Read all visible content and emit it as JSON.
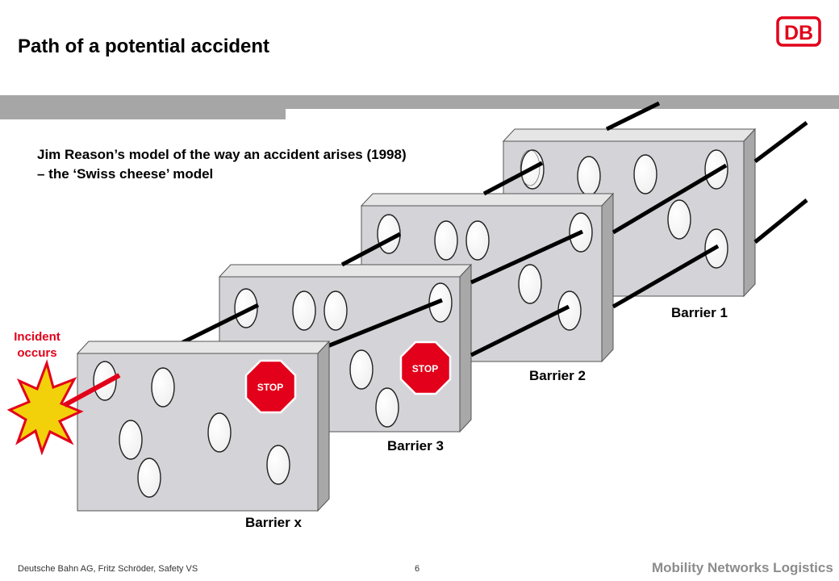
{
  "header": {
    "title": "Path of a potential accident",
    "logo_text": "DB"
  },
  "subtitle": {
    "line1": "Jim Reason’s model of the way an accident arises (1998)",
    "line2": "– the ‘Swiss cheese’ model"
  },
  "incident": {
    "line1": "Incident",
    "line2": "occurs"
  },
  "barriers": [
    {
      "label": "Barrier  1"
    },
    {
      "label": "Barrier  2"
    },
    {
      "label": "Barrier  3"
    },
    {
      "label": "Barrier  x"
    }
  ],
  "stop_sign_text": "STOP",
  "footer": {
    "left": "Deutsche Bahn AG, Fritz Schröder, Safety VS",
    "page": "6",
    "right": "Mobility Networks Logistics"
  },
  "colors": {
    "brand_red": "#e2001a",
    "barrier_face": "#d4d4d8",
    "band_gray": "#a6a6a6",
    "burst_yellow": "#f2d10a"
  }
}
